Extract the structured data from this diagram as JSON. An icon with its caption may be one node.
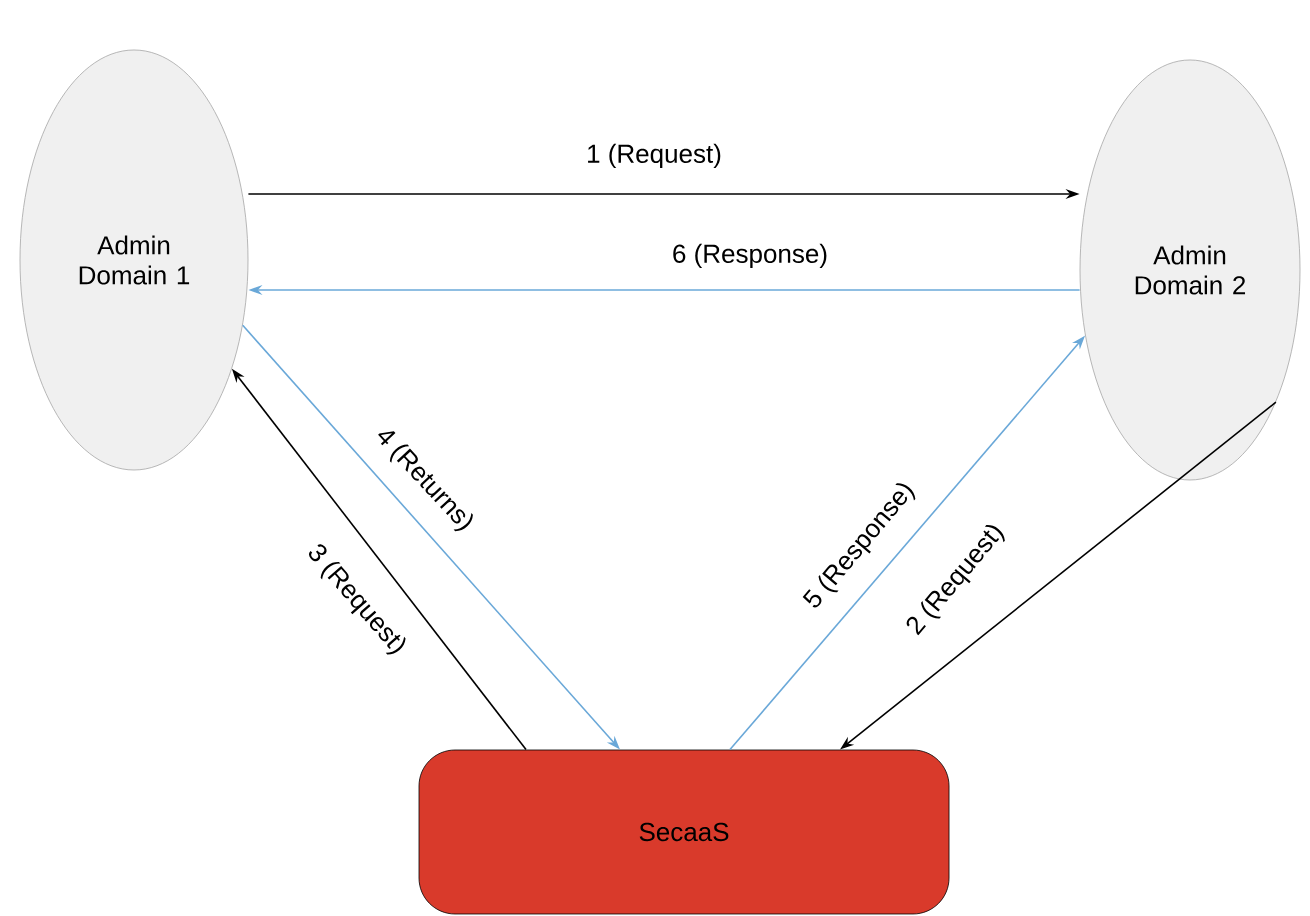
{
  "diagram": {
    "nodes": [
      {
        "text": [
          "Admin Domain 1"
        ]
      },
      {
        "text": [
          "Admin Domain 2"
        ]
      },
      {
        "text": [
          "SecaaS"
        ]
      }
    ],
    "edges": [
      {
        "from": 0,
        "to": 1,
        "arrow": "to",
        "label": "1 (Request)"
      },
      {
        "from": 1,
        "to": 0,
        "arrow": "to",
        "label": "6 (Response)",
        "color": "#6aa8d8"
      },
      {
        "from": 2,
        "to": 0,
        "arrow": "to",
        "label": "3 (Request)"
      },
      {
        "from": 0,
        "to": 2,
        "arrow": "to",
        "label": "4 (Returns)",
        "color": "#6aa8d8"
      },
      {
        "from": 2,
        "to": 1,
        "arrow": "to",
        "label": "5 (Response)",
        "color": "#6aa8d8"
      },
      {
        "from": 1,
        "to": 2,
        "arrow": "to",
        "label": "2 (Request)"
      }
    ]
  }
}
